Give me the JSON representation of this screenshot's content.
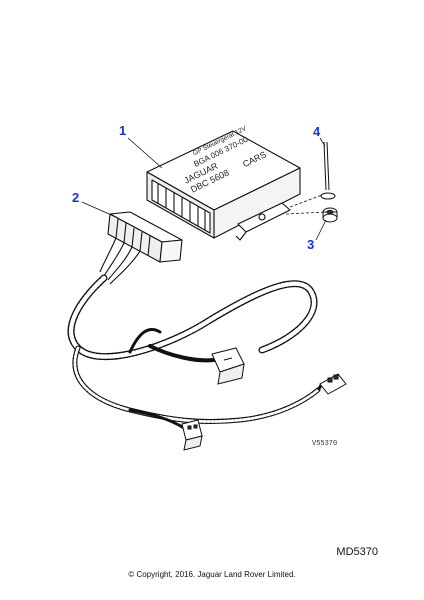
{
  "callouts": [
    {
      "number": "1"
    },
    {
      "number": "2"
    },
    {
      "number": "3"
    },
    {
      "number": "4"
    }
  ],
  "module_label": {
    "line1": "GP Steuergerät 12V",
    "line2": "BGA 006 370-00",
    "line3": "JAGUAR",
    "line4": "DBC 5608",
    "line5": "CARS"
  },
  "drawing_code": "V55370",
  "reference_code": "MD5370",
  "copyright": "© Copyright, 2016. Jaguar Land Rover Limited.",
  "colors": {
    "callout": "#1a33cc",
    "line": "#111111"
  }
}
